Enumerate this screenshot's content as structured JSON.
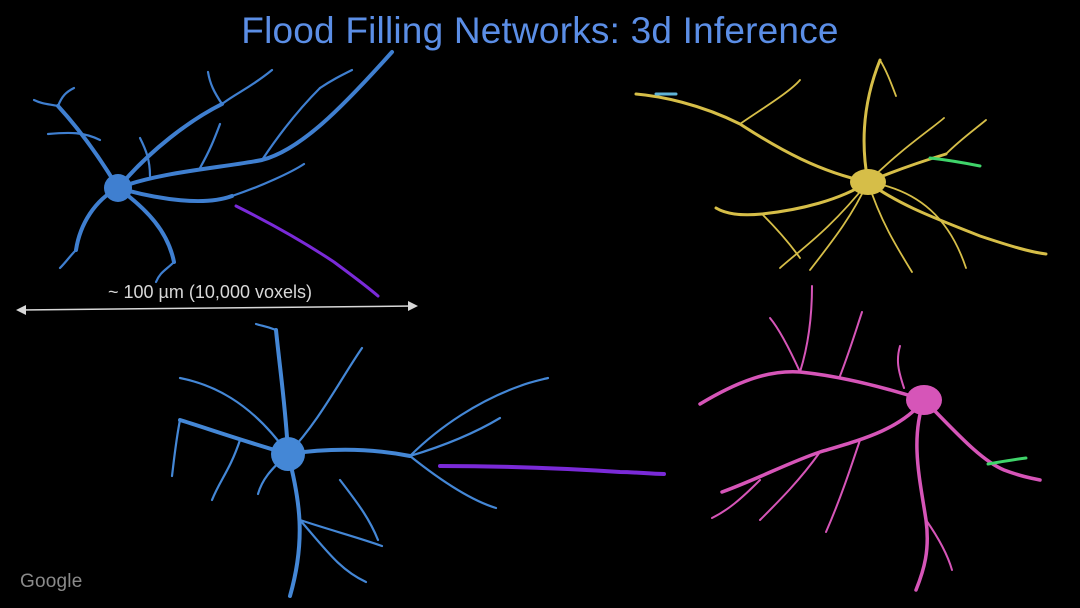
{
  "slide": {
    "title": "Flood Filling Networks: 3d Inference",
    "scale_label": "~ 100 µm (10,000 voxels)",
    "logo_text": "Google"
  },
  "colors": {
    "background": "#000000",
    "title": "#5b8ee6",
    "neuron_blue": "#3f7fd0",
    "neuron_blue_2": "#4487d6",
    "axon_purple": "#7a2ad8",
    "neuron_yellow": "#d6be48",
    "neuron_magenta": "#d655b8",
    "fragment_green": "#3fd46a",
    "scale_bar": "#d8d8d8"
  }
}
